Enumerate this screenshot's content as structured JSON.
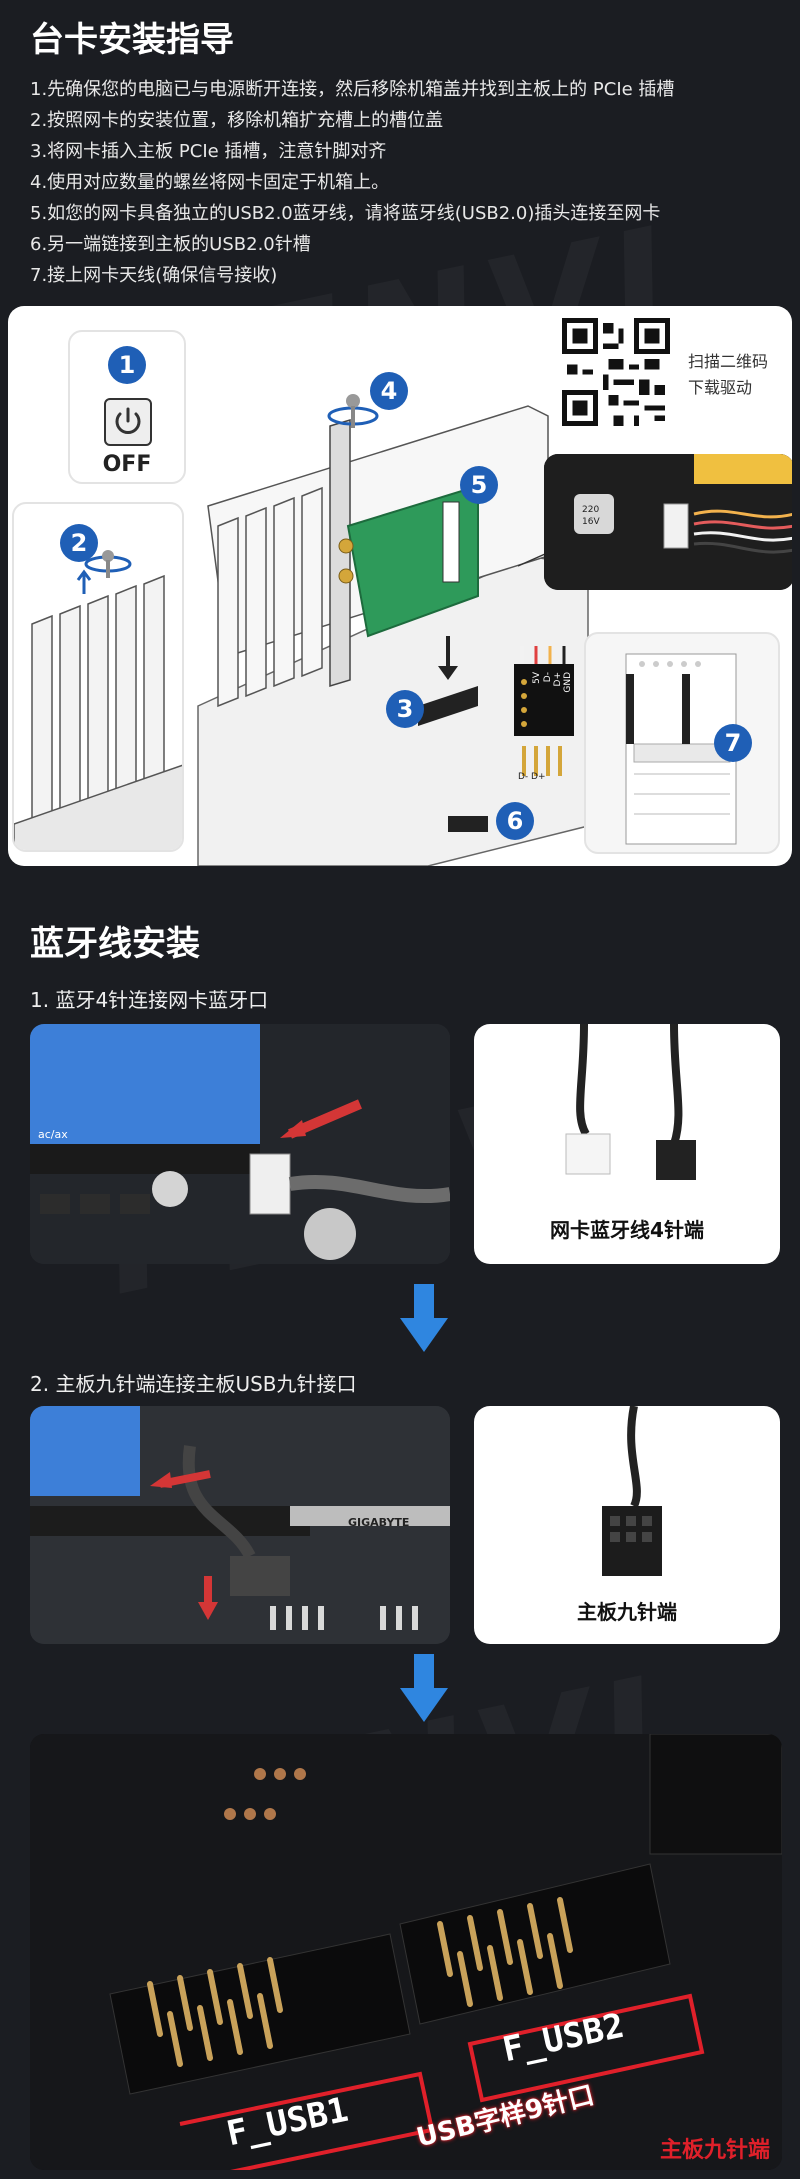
{
  "brand_watermark": "FENVI",
  "section1": {
    "title": "台卡安装指导",
    "steps": [
      "1.先确保您的电脑已与电源断开连接，然后移除机箱盖并找到主板上的 PCIe 插槽",
      "2.按照网卡的安装位置，移除机箱扩充槽上的槽位盖",
      "3.将网卡插入主板 PCIe 插槽，注意针脚对齐",
      "4.使用对应数量的螺丝将网卡固定于机箱上。",
      "5.如您的网卡具备独立的USB2.0蓝牙线，请将蓝牙线(USB2.0)插头连接至网卡",
      "6.另一端链接到主板的USB2.0针槽",
      "7.接上网卡天线(确保信号接收)"
    ]
  },
  "diagram": {
    "badges": [
      "1",
      "2",
      "3",
      "4",
      "5",
      "6",
      "7"
    ],
    "off_label": "OFF",
    "qr_text_line1": "扫描二维码",
    "qr_text_line2": "下载驱动",
    "pin_labels": [
      "5V",
      "D-",
      "D+",
      "GND"
    ],
    "pin_bottom": "D- D+",
    "chip_text": [
      "220",
      "16V"
    ]
  },
  "section2": {
    "title": "蓝牙线安装",
    "step1": "1. 蓝牙4针连接网卡蓝牙口",
    "step1_photo_text": "ac/ax",
    "step1_card_label": "网卡蓝牙线4针端",
    "step2": "2. 主板九针端连接主板USB九针接口",
    "step2_photo_text": "GIGABYTE",
    "step2_card_label": "主板九针端",
    "final_labels": {
      "usb1": "F_USB1",
      "usb2": "F_USB2",
      "center": "USB字样9针口",
      "corner": "主板九针端"
    }
  },
  "colors": {
    "background": "#1b1d22",
    "badge_blue": "#1f5fb6",
    "arrow_blue": "#2f86e0",
    "highlight_red": "#e0202a",
    "pcb_green": "#2e9a5a"
  }
}
